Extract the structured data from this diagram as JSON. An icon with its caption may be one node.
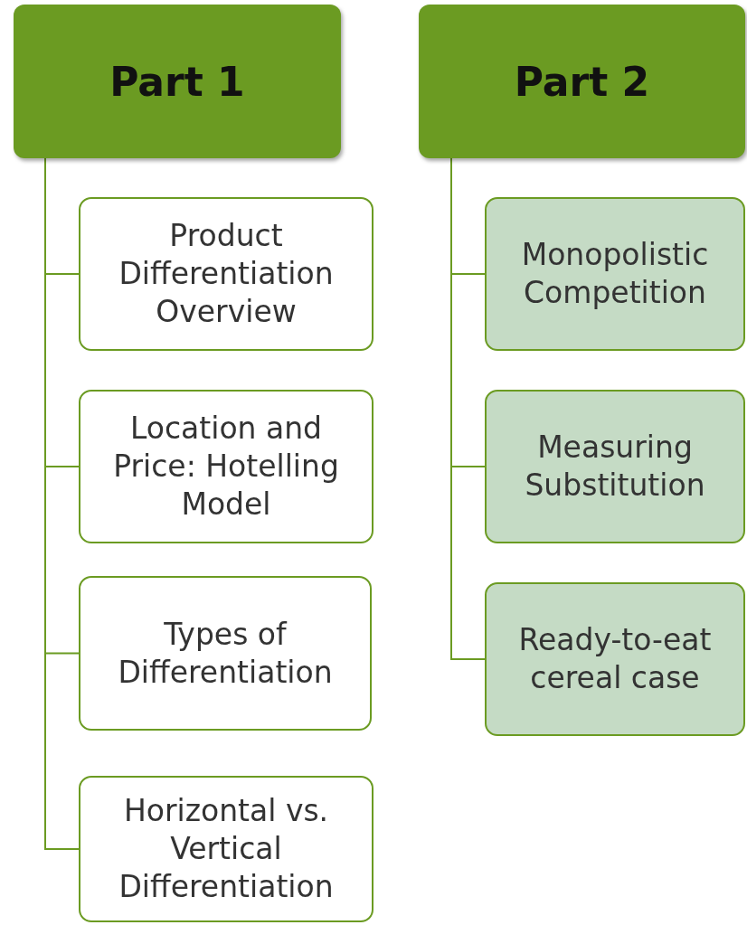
{
  "diagram": {
    "nodes": [
      {
        "text": [
          "Part 1"
        ]
      },
      {
        "text": [
          "Product Differentiation Overview"
        ]
      },
      {
        "text": [
          "Location and Price: Hotelling Model"
        ]
      },
      {
        "text": [
          "Types of Differentiation"
        ]
      },
      {
        "text": [
          "Horizontal vs. Vertical Differentiation"
        ]
      },
      {
        "text": [
          "Part 2"
        ]
      },
      {
        "text": [
          "Monopolistic Competition"
        ]
      },
      {
        "text": [
          "Measuring Substitution"
        ]
      },
      {
        "text": [
          "Ready-to-eat cereal case"
        ]
      }
    ],
    "edges": [
      {
        "from": 0,
        "to": 1,
        "arrow": "none"
      },
      {
        "from": 0,
        "to": 2,
        "arrow": "none"
      },
      {
        "from": 0,
        "to": 3,
        "arrow": "none"
      },
      {
        "from": 0,
        "to": 4,
        "arrow": "none"
      },
      {
        "from": 5,
        "to": 6,
        "arrow": "none"
      },
      {
        "from": 5,
        "to": 7,
        "arrow": "none"
      },
      {
        "from": 5,
        "to": 8,
        "arrow": "none"
      }
    ]
  }
}
